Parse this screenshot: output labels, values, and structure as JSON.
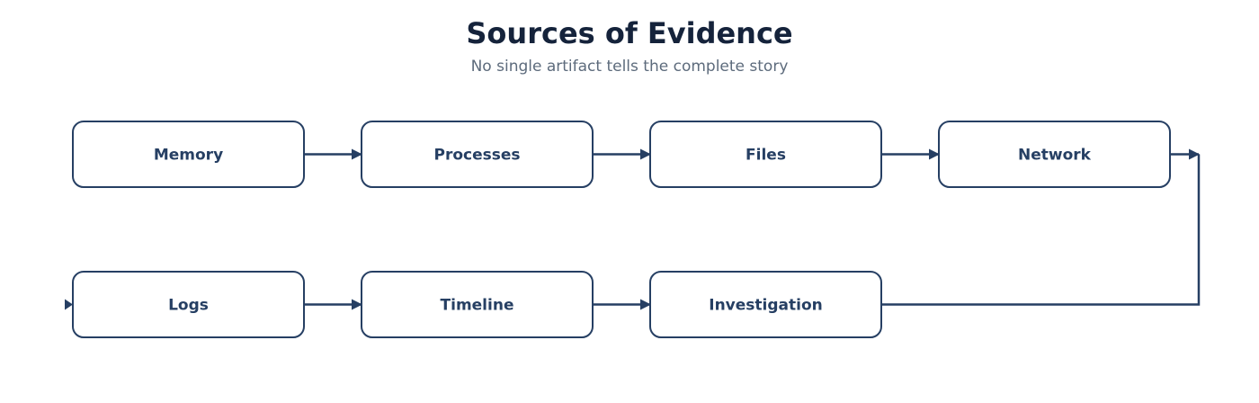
{
  "header": {
    "title": "Sources of Evidence",
    "subtitle": "No single artifact tells the complete story"
  },
  "nodes": [
    {
      "id": "memory",
      "label": "Memory",
      "row": 0,
      "col": 0
    },
    {
      "id": "processes",
      "label": "Processes",
      "row": 0,
      "col": 1
    },
    {
      "id": "files",
      "label": "Files",
      "row": 0,
      "col": 2
    },
    {
      "id": "network",
      "label": "Network",
      "row": 0,
      "col": 3
    },
    {
      "id": "logs",
      "label": "Logs",
      "row": 1,
      "col": 0
    },
    {
      "id": "timeline",
      "label": "Timeline",
      "row": 1,
      "col": 1
    },
    {
      "id": "investigation",
      "label": "Investigation",
      "row": 1,
      "col": 2
    }
  ],
  "edges": [
    {
      "from": "memory",
      "to": "processes"
    },
    {
      "from": "processes",
      "to": "files"
    },
    {
      "from": "files",
      "to": "network"
    },
    {
      "from": "network",
      "to": "logs"
    },
    {
      "from": "logs",
      "to": "timeline"
    },
    {
      "from": "timeline",
      "to": "investigation"
    }
  ],
  "colors": {
    "node_stroke": "#263f63",
    "node_text": "#263f63",
    "title": "#15233b",
    "subtitle": "#5d6b7c"
  }
}
